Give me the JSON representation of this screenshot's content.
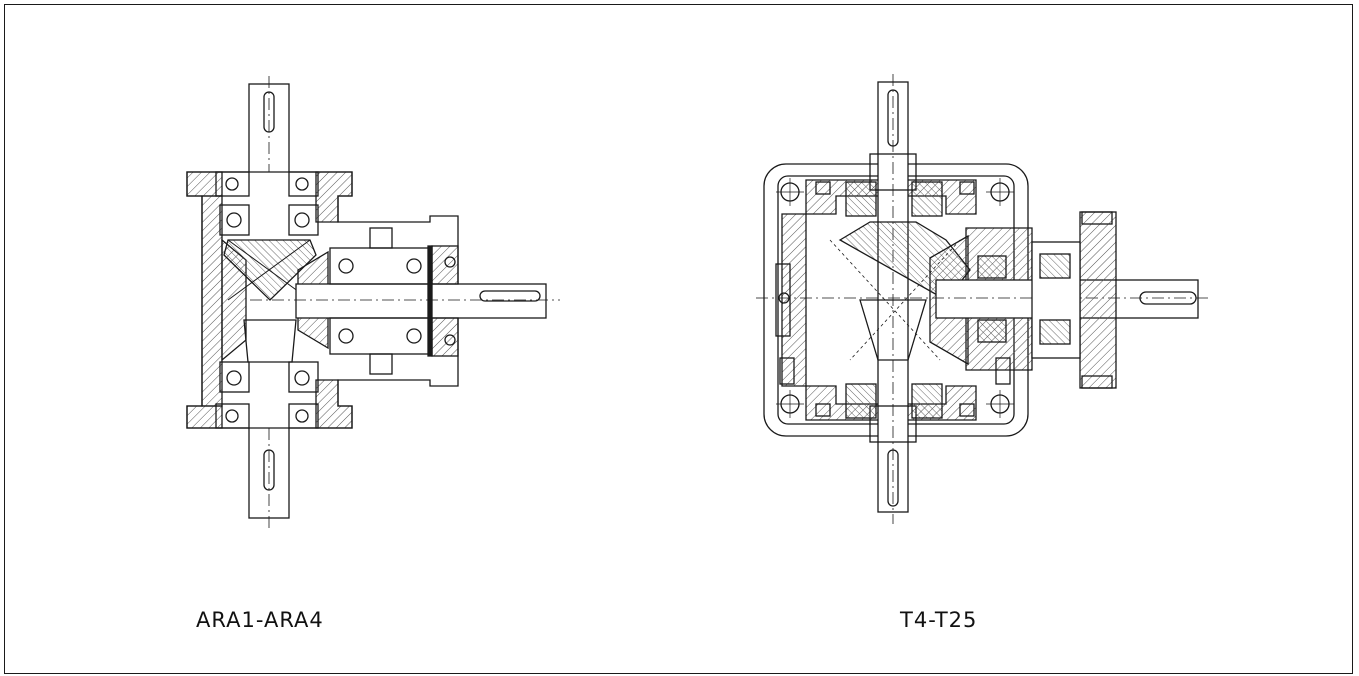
{
  "drawings": [
    {
      "id": "ara",
      "caption": "ARA1-ARA4"
    },
    {
      "id": "t",
      "caption": "T4-T25"
    }
  ],
  "colors": {
    "line": "#1a1a1a",
    "hatch": "#555555",
    "background": "#ffffff"
  }
}
